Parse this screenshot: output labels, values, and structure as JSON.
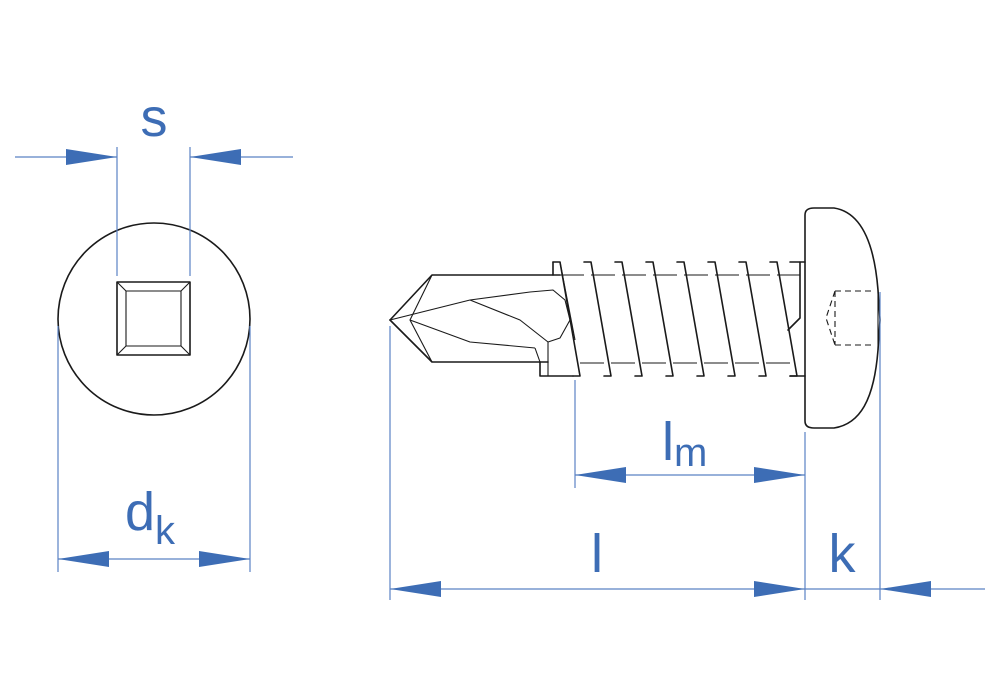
{
  "labels": {
    "s": "s",
    "dk_main": "d",
    "dk_sub": "k",
    "lm_main": "l",
    "lm_sub": "m",
    "l": "l",
    "k": "k"
  },
  "colors": {
    "dimension": "#3d6db5",
    "outline": "#1a1a1a",
    "background": "#ffffff"
  }
}
